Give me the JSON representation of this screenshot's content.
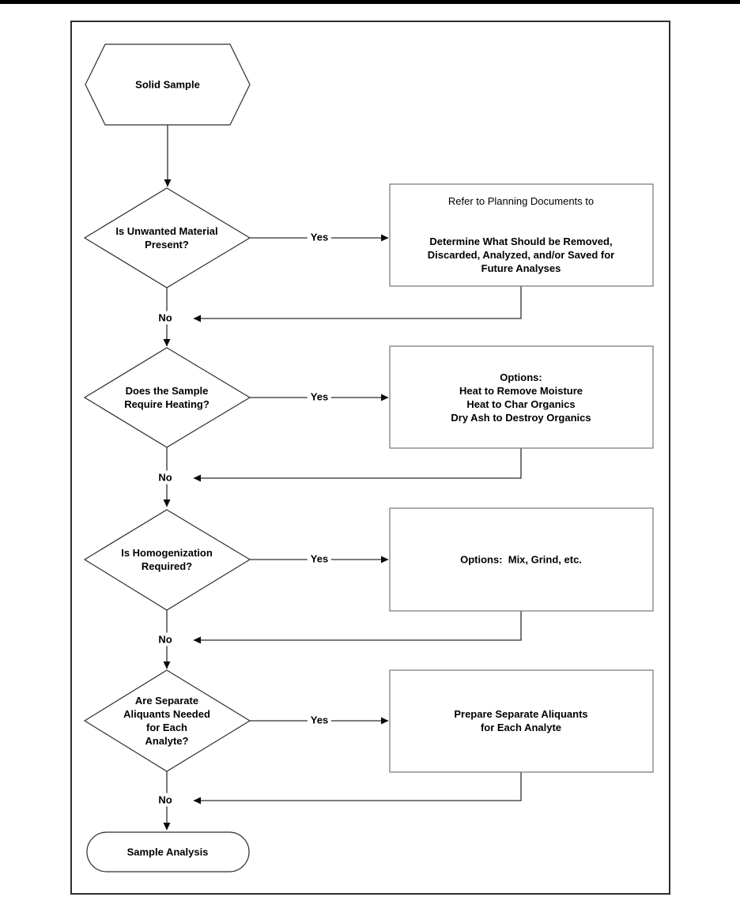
{
  "page": {
    "background": "#ffffff",
    "top_bar_color": "#000000"
  },
  "flowchart": {
    "start": {
      "label": "Solid Sample"
    },
    "decision1": {
      "label": "Is Unwanted Material\nPresent?"
    },
    "action1": {
      "intro": "Refer to Planning Documents to",
      "label": "Determine What Should be Removed,\nDiscarded, Analyzed, and/or Saved for\nFuture Analyses"
    },
    "decision2": {
      "label": "Does the Sample\nRequire Heating?"
    },
    "action2": {
      "label": "Options:\nHeat to Remove Moisture\nHeat to Char Organics\nDry Ash to Destroy Organics"
    },
    "decision3": {
      "label": "Is Homogenization\nRequired?"
    },
    "action3": {
      "label": "Options:  Mix, Grind, etc."
    },
    "decision4": {
      "label": "Are Separate\nAliquants Needed\nfor Each\nAnalyte?"
    },
    "action4": {
      "label": "Prepare Separate Aliquants\nfor Each Analyte"
    },
    "end": {
      "label": "Sample Analysis"
    },
    "branch_labels": {
      "yes1": "Yes",
      "no1": "No",
      "yes2": "Yes",
      "no2": "No",
      "yes3": "Yes",
      "no3": "No",
      "yes4": "Yes",
      "no4": "No"
    },
    "colors": {
      "connector": "#2e2e2e",
      "shape_outline": "#2e2e2e",
      "process_box_outline": "#757575",
      "arrowhead": "#0a0a0a",
      "text": "#000000"
    }
  }
}
